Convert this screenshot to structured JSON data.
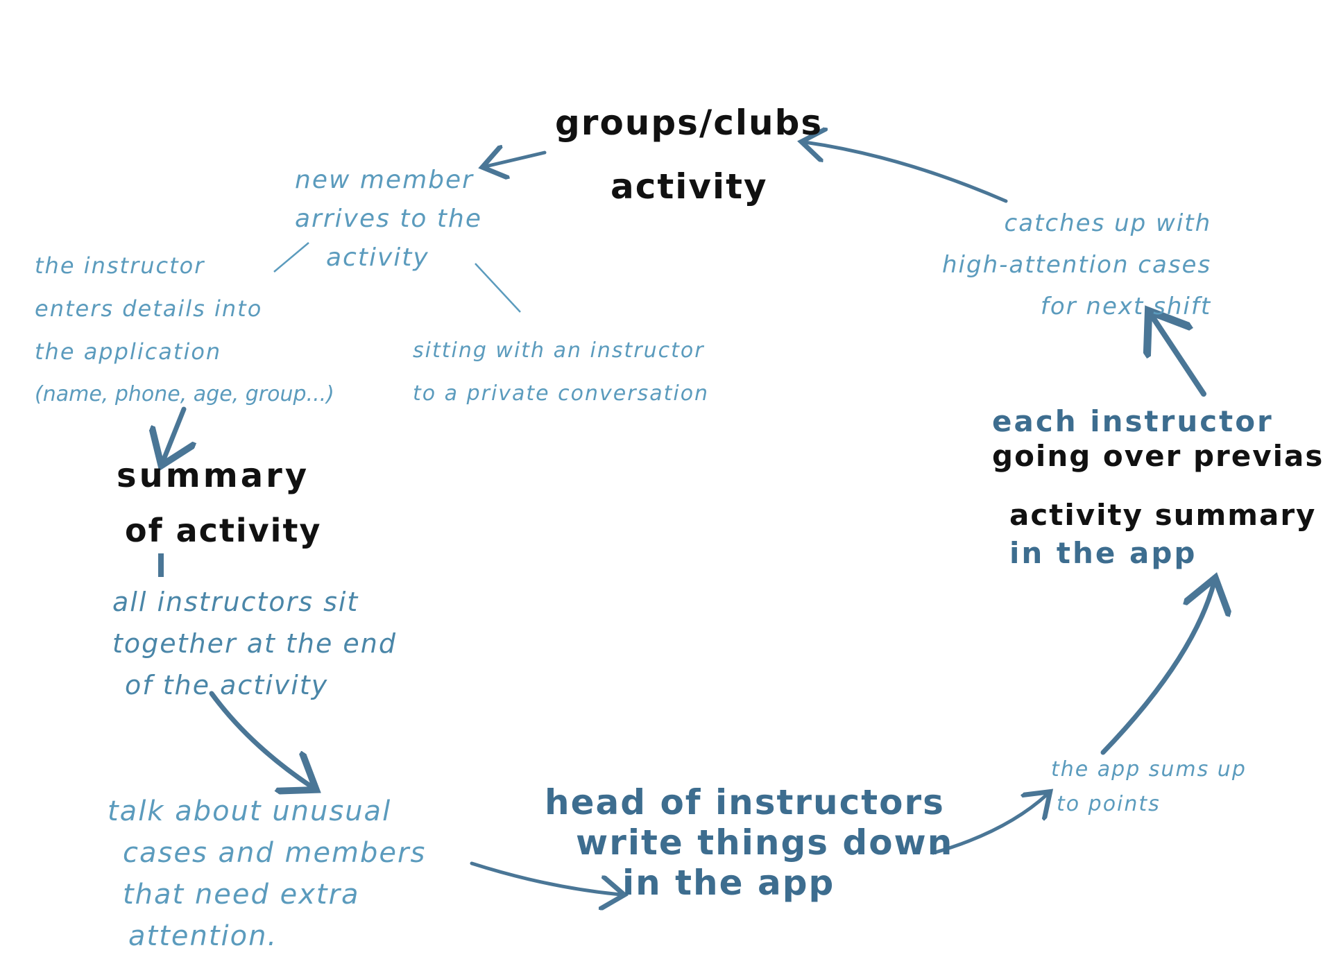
{
  "colors": {
    "black_ink": "#111111",
    "light_blue_ink": "#5b9bbd",
    "dark_blue_ink": "#3d6d8f",
    "arrow": "#4a7696"
  },
  "nodes": {
    "groups_title_line1": "groups/clubs",
    "groups_title_line2": "activity",
    "new_member_lines": [
      "new member",
      "arrives to the",
      "activity"
    ],
    "instructor_enters_lines": [
      "the instructor",
      "enters details into",
      "the application",
      "(name, phone, age, group...)"
    ],
    "sitting_lines": [
      "sitting with an instructor",
      "to a private conversation"
    ],
    "summary_line1": "summary",
    "summary_line2": "of activity",
    "all_instructors_lines": [
      "all instructors sit",
      "together at the end",
      "of the activity"
    ],
    "talk_about_lines": [
      "talk about unusual",
      "cases and members",
      "that need extra",
      "attention."
    ],
    "head_of_instructors_lines": [
      "head of instructors",
      "write things down",
      "in the app"
    ],
    "app_sums_lines": [
      "the app sums up",
      "to points"
    ],
    "each_instructor_line1": "each instructor",
    "each_instructor_line2": "going over previas",
    "each_instructor_line3": "activity summary",
    "each_instructor_line4": "in the app",
    "catches_up_lines": [
      "catches up with",
      "high-attention cases",
      "for next shift"
    ]
  }
}
